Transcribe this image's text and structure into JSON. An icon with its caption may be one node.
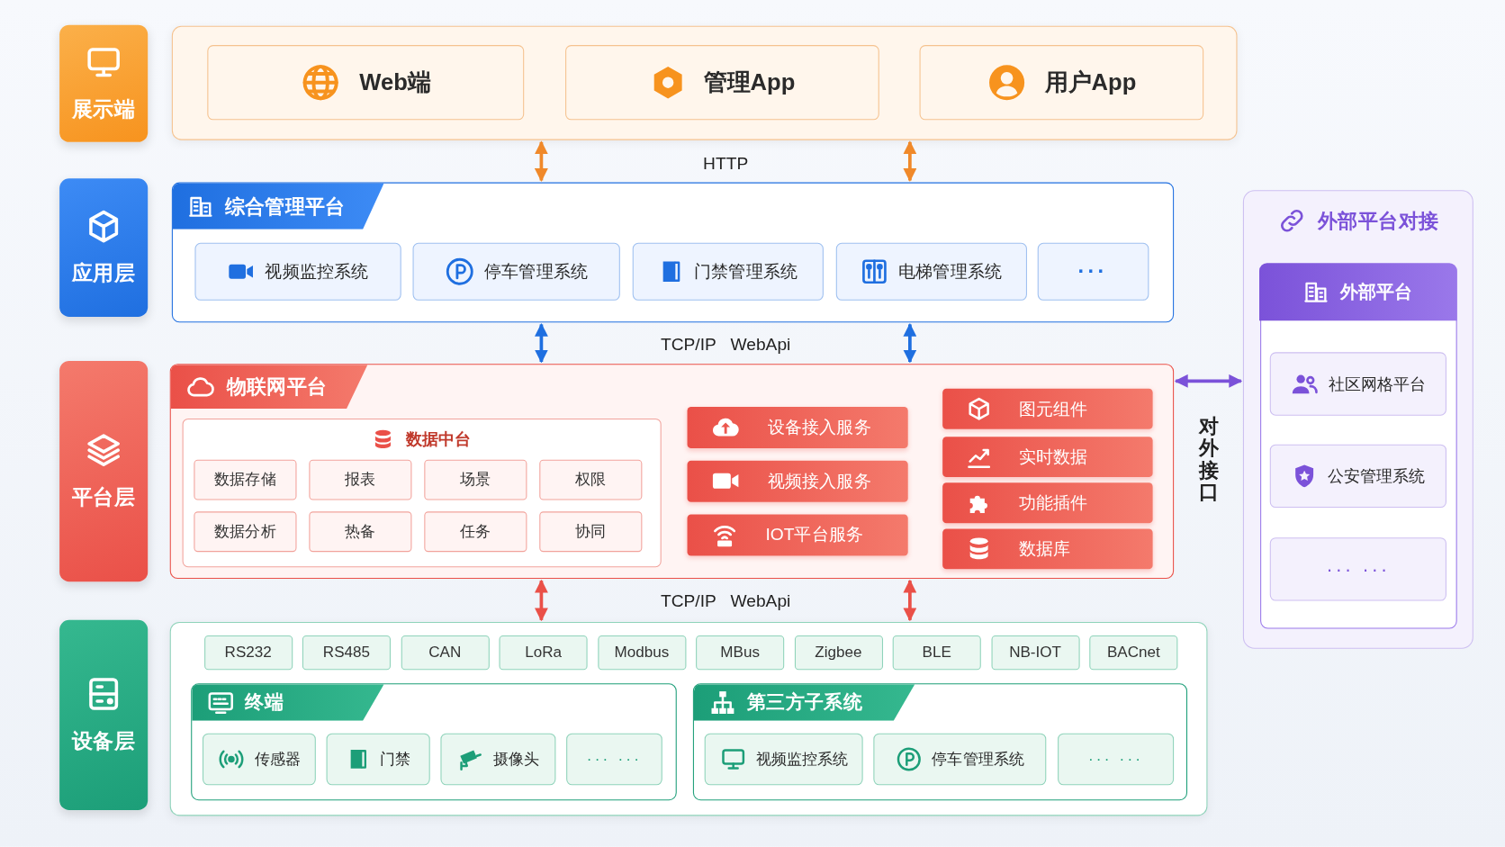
{
  "diagram": {
    "nodes": [
      {
        "text": [
          "展示端"
        ]
      },
      {
        "text": [],
        "shape": "box"
      },
      {
        "text": [
          "Web端"
        ],
        "in": 1
      },
      {
        "text": [
          "管理App"
        ],
        "in": 1
      },
      {
        "text": [
          "用户App"
        ],
        "in": 1
      },
      {
        "text": [
          "应用层"
        ]
      },
      {
        "text": [
          "综合管理平台"
        ]
      },
      {
        "text": [
          "视频监控系统"
        ],
        "in": 6
      },
      {
        "text": [
          "停车管理系统"
        ],
        "in": 6
      },
      {
        "text": [
          "门禁管理系统"
        ],
        "in": 6
      },
      {
        "text": [
          "电梯管理系统"
        ],
        "in": 6
      },
      {
        "text": [
          "···"
        ],
        "in": 6
      },
      {
        "text": [
          "外部平台对接"
        ]
      },
      {
        "text": [
          "外部平台"
        ],
        "in": 12
      },
      {
        "text": [
          "社区网格平台"
        ],
        "in": 13
      },
      {
        "text": [
          "公安管理系统"
        ],
        "in": 13
      },
      {
        "text": [
          "··· ···"
        ],
        "in": 13
      },
      {
        "text": [
          "平台层"
        ]
      },
      {
        "text": [
          "物联网平台"
        ]
      },
      {
        "text": [
          "数据中台"
        ],
        "in": 18
      },
      {
        "text": [
          "数据存储"
        ],
        "in": 19
      },
      {
        "text": [
          "报表"
        ],
        "in": 19
      },
      {
        "text": [
          "场景"
        ],
        "in": 19
      },
      {
        "text": [
          "权限"
        ],
        "in": 19
      },
      {
        "text": [
          "数据分析"
        ],
        "in": 19
      },
      {
        "text": [
          "热备"
        ],
        "in": 19
      },
      {
        "text": [
          "任务"
        ],
        "in": 19
      },
      {
        "text": [
          "协同"
        ],
        "in": 19
      },
      {
        "text": [
          "设备接入服务"
        ],
        "in": 18
      },
      {
        "text": [
          "视频接入服务"
        ],
        "in": 18
      },
      {
        "text": [
          "IOT平台服务"
        ],
        "in": 18
      },
      {
        "text": [
          "图元组件"
        ],
        "in": 18
      },
      {
        "text": [
          "实时数据"
        ],
        "in": 18
      },
      {
        "text": [
          "功能插件"
        ],
        "in": 18
      },
      {
        "text": [
          "数据库"
        ],
        "in": 18
      },
      {
        "text": [
          "设备层"
        ]
      },
      {
        "text": [],
        "shape": "box"
      },
      {
        "text": [
          "RS232"
        ],
        "in": 36
      },
      {
        "text": [
          "RS485"
        ],
        "in": 36
      },
      {
        "text": [
          "CAN"
        ],
        "in": 36
      },
      {
        "text": [
          "LoRa"
        ],
        "in": 36
      },
      {
        "text": [
          "Modbus"
        ],
        "in": 36
      },
      {
        "text": [
          "MBus"
        ],
        "in": 36
      },
      {
        "text": [
          "Zigbee"
        ],
        "in": 36
      },
      {
        "text": [
          "BLE"
        ],
        "in": 36
      },
      {
        "text": [
          "NB-IOT"
        ],
        "in": 36
      },
      {
        "text": [
          "BACnet"
        ],
        "in": 36
      },
      {
        "text": [
          "终端"
        ],
        "in": 36
      },
      {
        "text": [
          "传感器"
        ],
        "in": 47
      },
      {
        "text": [
          "门禁"
        ],
        "in": 47
      },
      {
        "text": [
          "摄像头"
        ],
        "in": 47
      },
      {
        "text": [
          "··· ···"
        ],
        "in": 47
      },
      {
        "text": [
          "第三方子系统"
        ],
        "in": 36
      },
      {
        "text": [
          "视频监控系统"
        ],
        "in": 52
      },
      {
        "text": [
          "停车管理系统"
        ],
        "in": 52
      },
      {
        "text": [
          "··· ···"
        ],
        "in": 52
      }
    ],
    "edges": [
      {
        "from": 1,
        "to": 6,
        "arrow": "both",
        "color": "#f0892a"
      },
      {
        "from": 1,
        "to": 6,
        "arrow": "both",
        "color": "#f0892a"
      },
      {
        "from": 6,
        "to": 18,
        "arrow": "both",
        "color": "#1f6fe0"
      },
      {
        "from": 6,
        "to": 18,
        "arrow": "both",
        "color": "#1f6fe0"
      },
      {
        "from": 18,
        "to": 36,
        "arrow": "both",
        "color": "#ea5048"
      },
      {
        "from": 18,
        "to": 36,
        "arrow": "both",
        "color": "#ea5048"
      },
      {
        "from": 18,
        "to": 12,
        "arrow": "both",
        "color": "#7b52d9"
      }
    ],
    "labels": [
      "HTTP",
      "TCP/IP WebApi",
      "TCP/IP WebApi",
      "对外接口"
    ]
  }
}
